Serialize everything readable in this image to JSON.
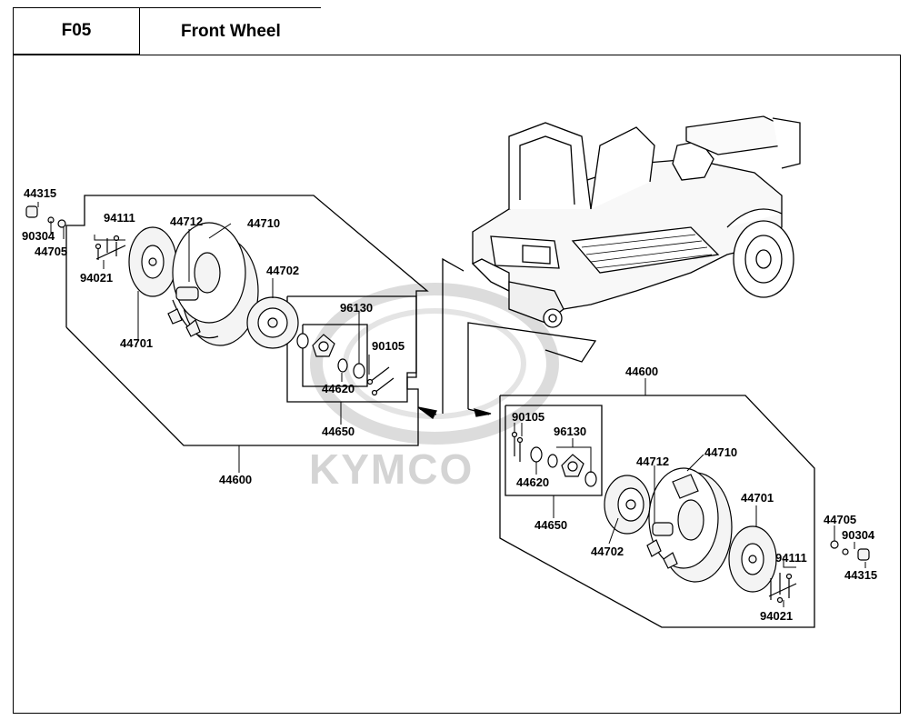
{
  "header": {
    "code": "F05",
    "title": "Front Wheel"
  },
  "watermark": {
    "text": "KYMCO"
  },
  "left_assembly": {
    "labels": {
      "p44315": "44315",
      "p90304": "90304",
      "p44705": "44705",
      "p94111": "94111",
      "p94021": "94021",
      "p44712": "44712",
      "p44710": "44710",
      "p44702": "44702",
      "p44701": "44701",
      "p96130": "96130",
      "p90105": "90105",
      "p44620": "44620",
      "p44650": "44650",
      "p44600": "44600"
    }
  },
  "right_assembly": {
    "labels": {
      "p44600": "44600",
      "p90105": "90105",
      "p96130": "96130",
      "p44620": "44620",
      "p44650": "44650",
      "p44712": "44712",
      "p44710": "44710",
      "p44702": "44702",
      "p44701": "44701",
      "p94111": "94111",
      "p94021": "94021",
      "p44705": "44705",
      "p90304": "90304",
      "p44315": "44315"
    }
  },
  "colors": {
    "line": "#000000",
    "part_fill": "#f4f4f4",
    "watermark": "#d4d4d4"
  }
}
